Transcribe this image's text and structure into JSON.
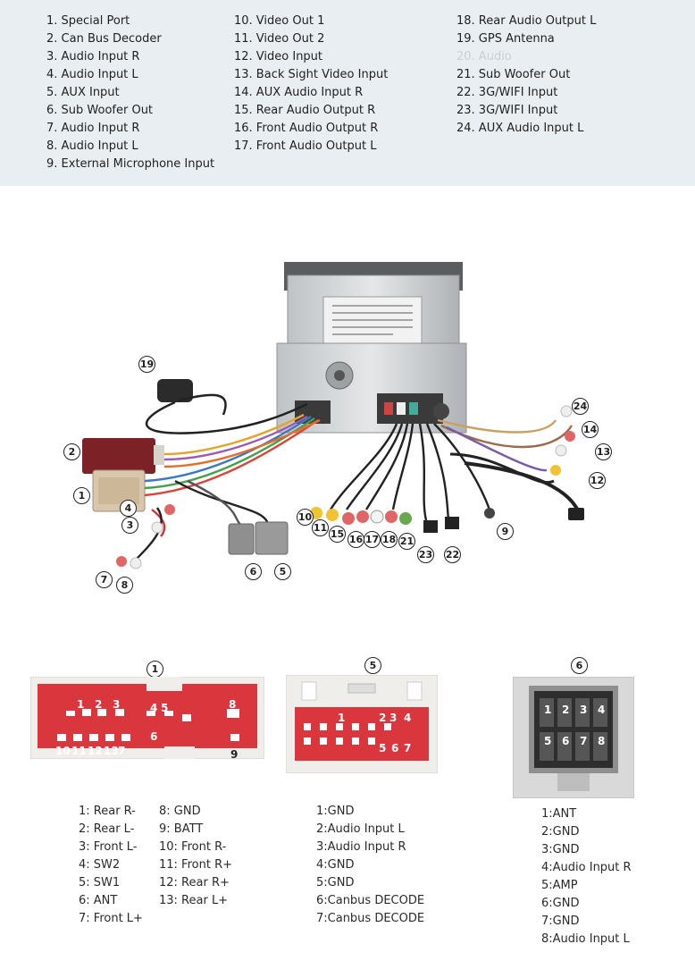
{
  "legend": {
    "col1": [
      "1. Special Port",
      "2. Can Bus Decoder",
      "3. Audio Input R",
      "4. Audio Input  L",
      "5. AUX Input",
      "6. Sub Woofer Out",
      "7. Audio Input R",
      "8.  Audio Input L",
      "9. External Microphone Input"
    ],
    "col2": [
      "10. Video Out 1",
      "11. Video Out 2",
      "12. Video Input",
      "13. Back Sight Video Input",
      "14. AUX Audio Input R",
      "15. Rear Audio Output R",
      "16. Front Audio Output R",
      "17. Front  Audio Output L"
    ],
    "col3": [
      "18. Rear Audio Output L",
      "19.  GPS Antenna",
      "20. Audio",
      "21. Sub Woofer Out",
      "22. 3G/WIFI Input",
      "23. 3G/WIFI Input",
      "24. AUX  Audio Input L"
    ]
  },
  "callouts": [
    "19",
    "2",
    "1",
    "4",
    "3",
    "7",
    "8",
    "6",
    "5",
    "10",
    "11",
    "15",
    "16",
    "17",
    "18",
    "21",
    "23",
    "22",
    "9",
    "24",
    "14",
    "13",
    "12"
  ],
  "connectors": {
    "c1": {
      "title": "1",
      "pins_top": [
        "1",
        "2",
        "3",
        "4",
        "5",
        "8"
      ],
      "pins_mid": [
        "6"
      ],
      "pins_bottom": [
        "10",
        "11",
        "12",
        "13",
        "7"
      ],
      "pin_9": "9"
    },
    "c5": {
      "title": "5",
      "pins_top": [
        "1",
        "2",
        "3",
        "4"
      ],
      "pins_bottom": [
        "5",
        "6",
        "7"
      ]
    },
    "c6": {
      "title": "6",
      "pins_top": [
        "1",
        "2",
        "3",
        "4"
      ],
      "pins_bottom": [
        "5",
        "6",
        "7",
        "8"
      ]
    }
  },
  "pinouts": {
    "c1_left": [
      "1: Rear R-",
      "2: Rear L-",
      "3: Front L-",
      "4: SW2",
      "5: SW1",
      "6: ANT",
      "7: Front L+"
    ],
    "c1_right": [
      "8:  GND",
      "9:  BATT",
      "10: Front R-",
      "11: Front R+",
      "12: Rear R+",
      "13: Rear L+"
    ],
    "c5": [
      "1:GND",
      "2:Audio Input L",
      "3:Audio Input R",
      "4:GND",
      "5:GND",
      "6:Canbus DECODE",
      "7:Canbus  DECODE"
    ],
    "c6": [
      "1:ANT",
      "2:GND",
      "3:GND",
      "4:Audio Input R",
      "5:AMP",
      "6:GND",
      "7:GND",
      "8:Audio Input L"
    ]
  },
  "colors": {
    "legend_bg": "#e9eef2",
    "connector_red": "#d9363e",
    "connector_shell": "#efeeeb",
    "plug_gray": "#8f8f8f"
  }
}
